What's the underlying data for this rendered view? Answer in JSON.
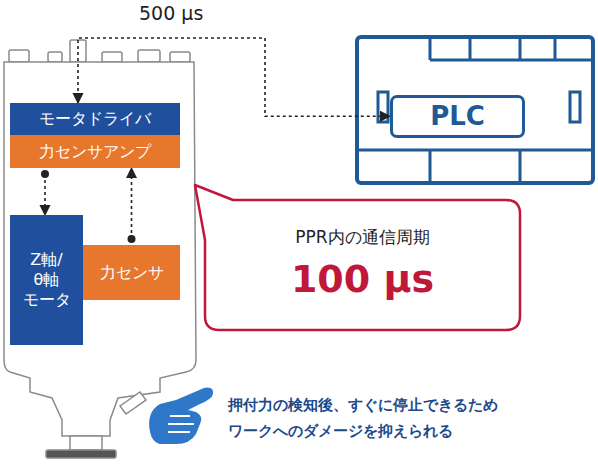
{
  "diagram": {
    "nodes": [
      {
        "text": [
          "モータドライバ"
        ]
      },
      {
        "text": [
          "力センサアンプ"
        ]
      },
      {
        "text": [
          "Z軸/ θ軸 モータ"
        ]
      },
      {
        "text": [
          "力センサ"
        ]
      },
      {
        "text": [
          "PLC"
        ]
      },
      {
        "text": [
          "PPR内の通信周期",
          "100 µs"
        ]
      }
    ],
    "edges": [
      {
        "from": 0,
        "to": 4,
        "arrow": "both",
        "label": "500 µs"
      },
      {
        "from": 1,
        "to": 2,
        "arrow": "to"
      },
      {
        "from": 3,
        "to": 1,
        "arrow": "to"
      }
    ],
    "labels": [
      "押付力の検知後、すぐに停止できるため ワークへのダメージを抑えられる"
    ]
  }
}
